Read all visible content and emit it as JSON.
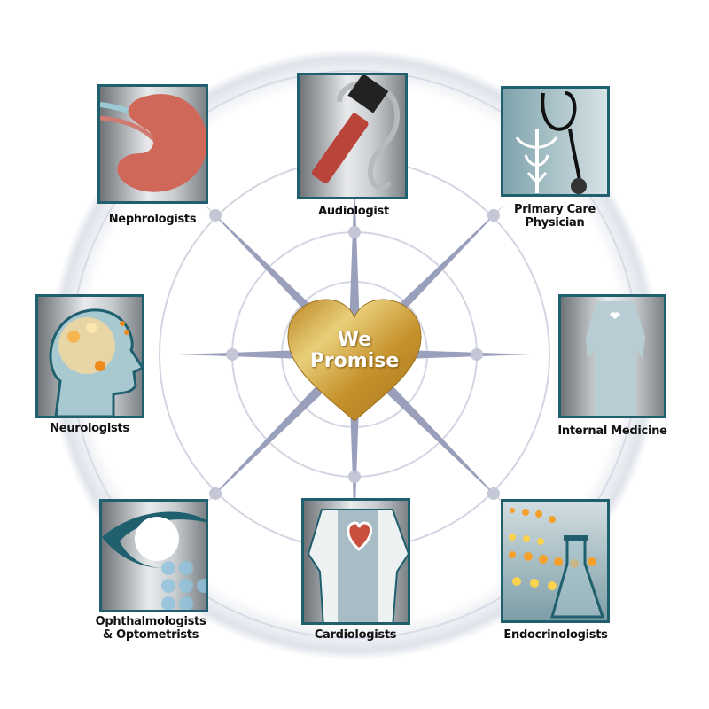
{
  "center": {
    "line1": "We",
    "line2": "Promise"
  },
  "specialties": [
    {
      "label": "Nephrologists",
      "icon": "kidney-icon"
    },
    {
      "label": "Audiologist",
      "icon": "otoscope-ear-icon"
    },
    {
      "label": "Primary Care",
      "label2": "Physician",
      "icon": "stethoscope-caduceus-icon"
    },
    {
      "label": "Internal Medicine",
      "icon": "gown-heart-icon"
    },
    {
      "label": "Neurologists",
      "icon": "head-brain-icon"
    },
    {
      "label": "Ophthalmologists",
      "label2": "& Optometrists",
      "icon": "eye-icon"
    },
    {
      "label": "Cardiologists",
      "icon": "doctor-heart-icon"
    },
    {
      "label": "Endocrinologists",
      "icon": "flask-icon"
    }
  ],
  "colors": {
    "teal": "#1f5f6e",
    "gold": "#c9962e",
    "spoke": "#9aa0bb",
    "ring": "#d3d5e3"
  }
}
